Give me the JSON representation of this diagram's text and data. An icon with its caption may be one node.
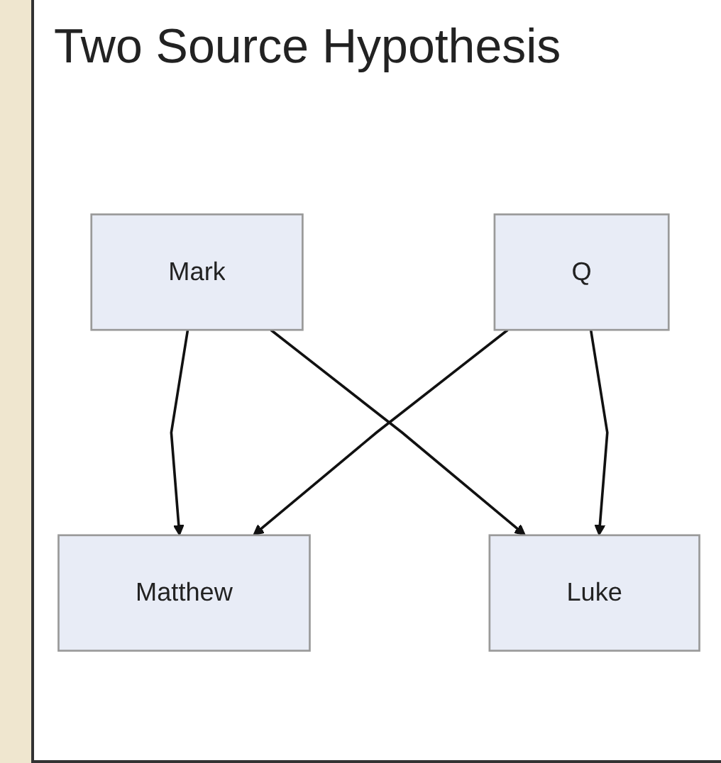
{
  "diagram": {
    "title": "Two Source Hypothesis",
    "nodes": [
      {
        "text": [
          "Mark"
        ]
      },
      {
        "text": [
          "Q"
        ]
      },
      {
        "text": [
          "Matthew"
        ]
      },
      {
        "text": [
          "Luke"
        ]
      }
    ],
    "edges": [
      {
        "from": 0,
        "to": 2,
        "arrow": "to"
      },
      {
        "from": 0,
        "to": 3,
        "arrow": "to"
      },
      {
        "from": 1,
        "to": 2,
        "arrow": "to"
      },
      {
        "from": 1,
        "to": 3,
        "arrow": "to"
      }
    ]
  }
}
